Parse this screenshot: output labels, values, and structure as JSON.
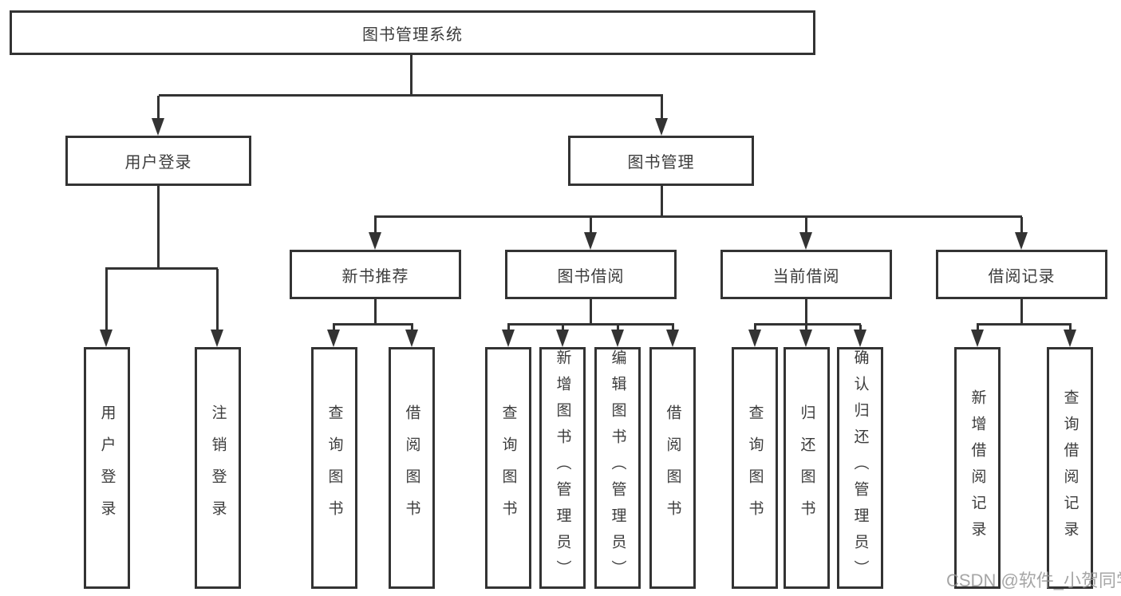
{
  "diagram": {
    "type": "hierarchy-tree",
    "watermark": {
      "text": "CSDN @软件_小贺同学"
    },
    "colors": {
      "line": "#333333",
      "box_border": "#333333",
      "text": "#3c3c3c",
      "background": "#ffffff",
      "watermark": "#a6a6a6"
    },
    "nodes": {
      "root": {
        "label": "图书管理系统"
      },
      "user_login": {
        "label": "用户登录",
        "parent": "root"
      },
      "book_mgmt": {
        "label": "图书管理",
        "parent": "root"
      },
      "new_books": {
        "label": "新书推荐",
        "parent": "book_mgmt"
      },
      "book_borrow": {
        "label": "图书借阅",
        "parent": "book_mgmt"
      },
      "current_borrow": {
        "label": "当前借阅",
        "parent": "book_mgmt"
      },
      "borrow_records": {
        "label": "借阅记录",
        "parent": "book_mgmt"
      },
      "ul_login": {
        "label": "用户登录",
        "parent": "user_login"
      },
      "ul_logout": {
        "label": "注销登录",
        "parent": "user_login"
      },
      "nb_query": {
        "label": "查询图书",
        "parent": "new_books"
      },
      "nb_borrow": {
        "label": "借阅图书",
        "parent": "new_books"
      },
      "bb_query": {
        "label": "查询图书",
        "parent": "book_borrow"
      },
      "bb_add": {
        "label": "新增图书（管理员）",
        "parent": "book_borrow"
      },
      "bb_edit": {
        "label": "编辑图书（管理员）",
        "parent": "book_borrow"
      },
      "bb_borrow": {
        "label": "借阅图书",
        "parent": "book_borrow"
      },
      "cb_query": {
        "label": "查询图书",
        "parent": "current_borrow"
      },
      "cb_return": {
        "label": "归还图书",
        "parent": "current_borrow"
      },
      "cb_confirm": {
        "label": "确认归还（管理员）",
        "parent": "current_borrow"
      },
      "br_add": {
        "label": "新增借阅记录",
        "parent": "borrow_records"
      },
      "br_query": {
        "label": "查询借阅记录",
        "parent": "borrow_records"
      }
    }
  }
}
